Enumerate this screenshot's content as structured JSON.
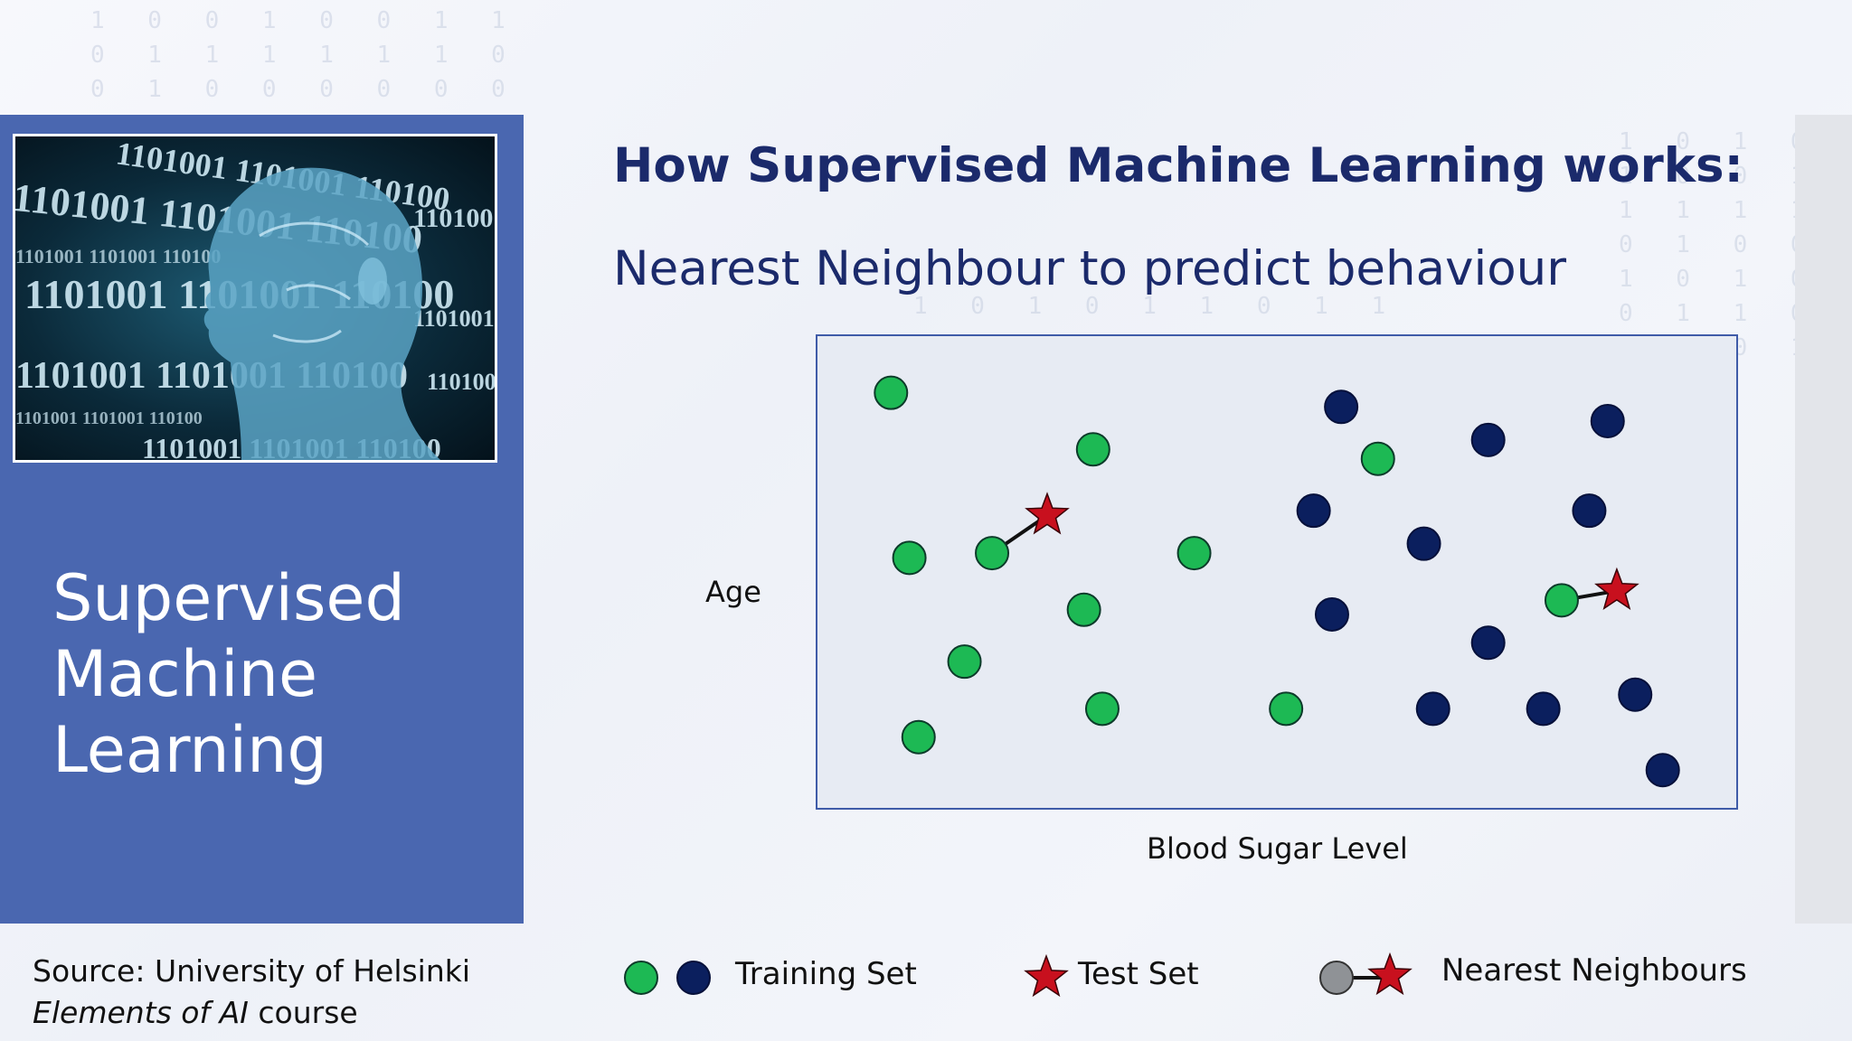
{
  "slide": {
    "panel_title_lines": [
      "Supervised",
      "Machine",
      "Learning"
    ],
    "heading": "How Supervised Machine Learning works:",
    "subheading": "Nearest Neighbour to predict behaviour",
    "source_line": "Source: University of Helsinki",
    "course_italic": "Elements of AI",
    "course_suffix": " course",
    "image_text": "1101001 1101001 110100"
  },
  "chart_data": {
    "type": "scatter",
    "xlabel": "Blood Sugar Level",
    "ylabel": "Age",
    "xlim": [
      0,
      100
    ],
    "ylim": [
      0,
      100
    ],
    "grid": false,
    "series": [
      {
        "name": "Training Set",
        "class": "green",
        "color": "#1db954",
        "points": [
          [
            8,
            88
          ],
          [
            30,
            76
          ],
          [
            10,
            53
          ],
          [
            19,
            54
          ],
          [
            29,
            42
          ],
          [
            41,
            54
          ],
          [
            16,
            31
          ],
          [
            31,
            21
          ],
          [
            11,
            15
          ],
          [
            51,
            21
          ],
          [
            61,
            74
          ],
          [
            81,
            44
          ]
        ]
      },
      {
        "name": "Training Set",
        "class": "navy",
        "color": "#0b1f5e",
        "points": [
          [
            57,
            85
          ],
          [
            73,
            78
          ],
          [
            86,
            82
          ],
          [
            54,
            63
          ],
          [
            66,
            56
          ],
          [
            84,
            63
          ],
          [
            56,
            41
          ],
          [
            73,
            35
          ],
          [
            67,
            21
          ],
          [
            79,
            21
          ],
          [
            89,
            24
          ],
          [
            92,
            8
          ]
        ]
      },
      {
        "name": "Test Set",
        "class": "star",
        "color": "#c8101e",
        "points": [
          [
            25,
            62
          ],
          [
            87,
            46
          ]
        ]
      }
    ],
    "nearest_links": [
      [
        [
          19,
          54
        ],
        [
          25,
          62
        ]
      ],
      [
        [
          81,
          44
        ],
        [
          87,
          46
        ]
      ]
    ],
    "legend": {
      "position": "bottom",
      "items": [
        "Training Set",
        "Test Set",
        "Nearest Neighbours"
      ]
    }
  }
}
